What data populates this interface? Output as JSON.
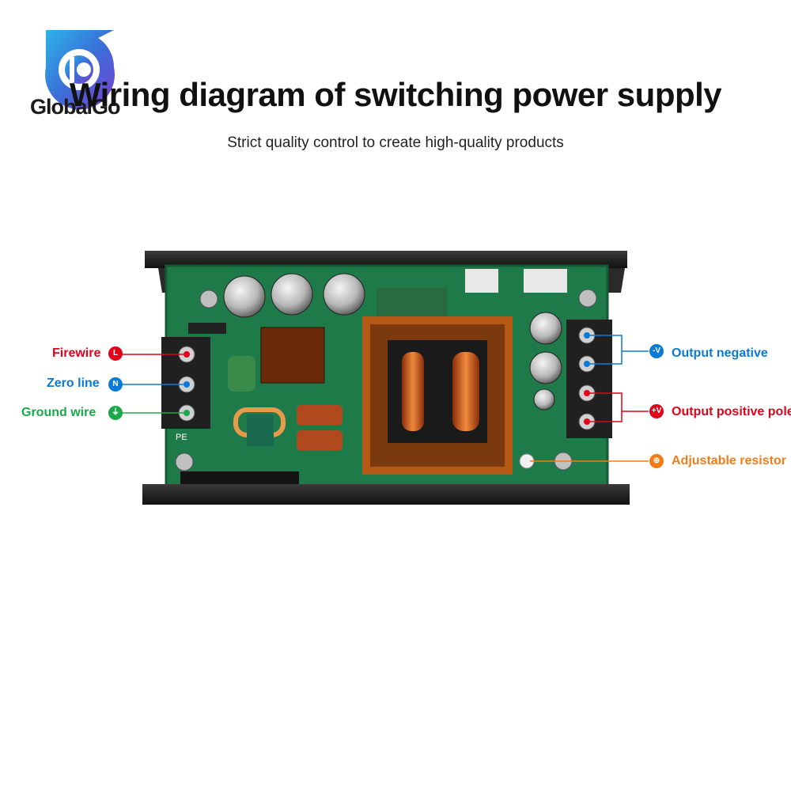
{
  "brand": {
    "name": "GlobalGo"
  },
  "header": {
    "title": "Wiring diagram of switching power supply",
    "subtitle": "Strict quality control to create high-quality products"
  },
  "labels": {
    "left": [
      {
        "text": "Firewire",
        "symbol": "L",
        "color": "#e3001b"
      },
      {
        "text": "Zero line",
        "symbol": "N",
        "color": "#0a7ad6"
      },
      {
        "text": "Ground wire",
        "symbol": "⏚",
        "color": "#1aa84a"
      }
    ],
    "right": [
      {
        "text": "Output negative",
        "symbol": "-V",
        "color": "#0a7ad6"
      },
      {
        "text": "Output positive pole",
        "symbol": "+V",
        "color": "#e3001b"
      },
      {
        "text": "Adjustable resistor",
        "symbol": "⊕",
        "color": "#f07d1a"
      }
    ]
  },
  "board": {
    "left_terminal_markings": "PE"
  },
  "colors": {
    "pcb": "#1f7a4a",
    "heatsink": "#1e1e1e",
    "copper": "#c55a1f",
    "terminal": "#202020"
  }
}
